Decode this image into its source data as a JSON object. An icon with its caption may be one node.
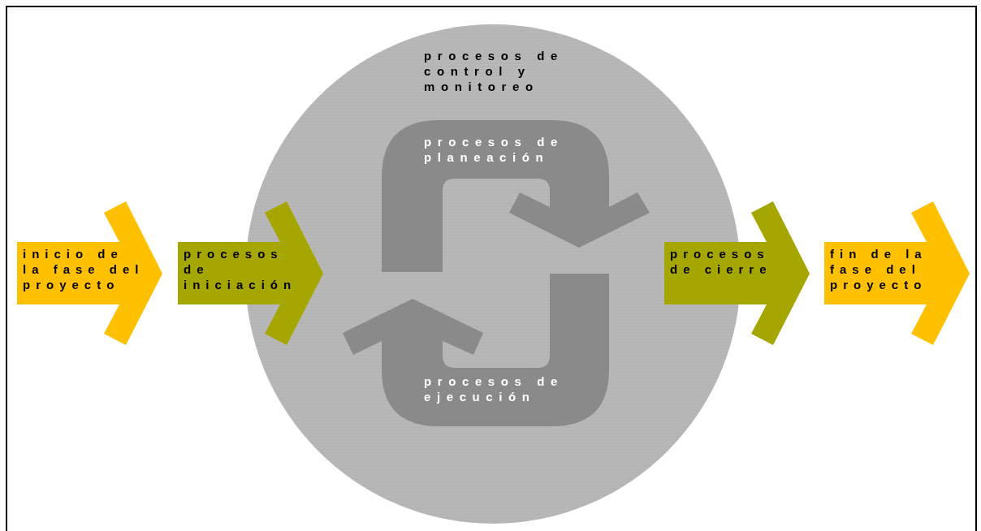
{
  "diagram": {
    "nodes": [
      {
        "text": [
          "procesos de control y monitoreo"
        ]
      },
      {
        "text": [
          "inicio de la fase del proyecto"
        ]
      },
      {
        "text": [
          "procesos de iniciación"
        ]
      },
      {
        "text": [
          "procesos de planeación"
        ],
        "in": 0
      },
      {
        "text": [
          "procesos de ejecución"
        ],
        "in": 0
      },
      {
        "text": [
          "procesos de cierre"
        ]
      },
      {
        "text": [
          "fin de la fase del proyecto"
        ]
      }
    ]
  }
}
